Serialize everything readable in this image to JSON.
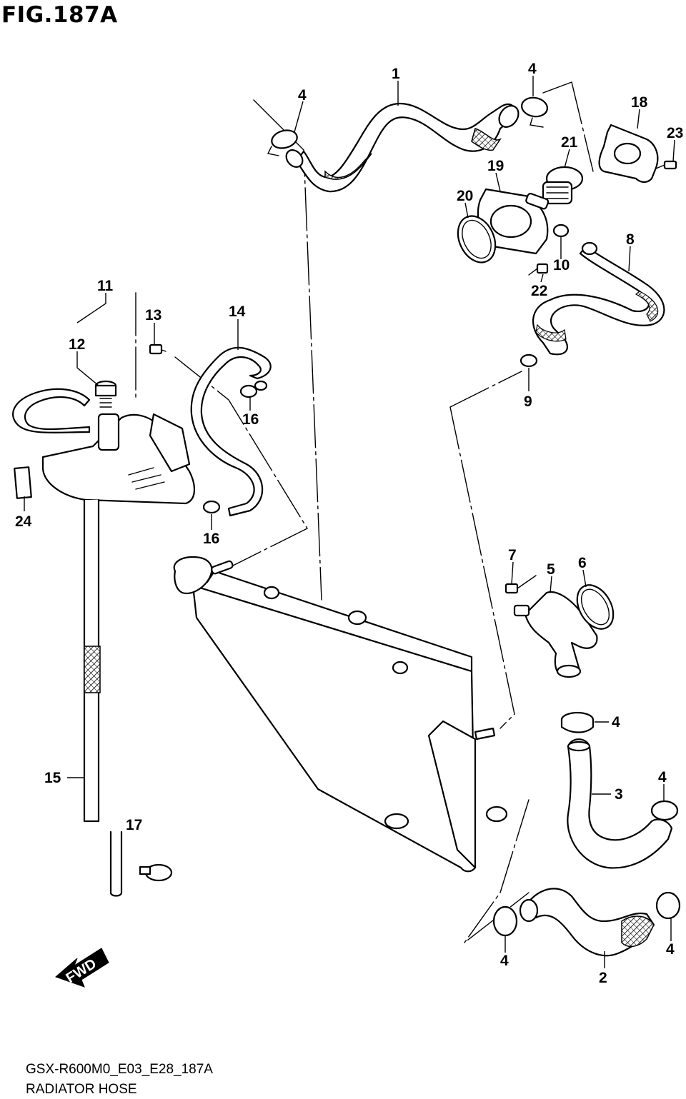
{
  "figure": {
    "title": "FIG.187A",
    "model_code": "GSX-R600M0_E03_E28_187A",
    "section_name": "RADIATOR HOSE"
  },
  "direction_marker": {
    "label": "FWD"
  },
  "callouts": {
    "c1": "1",
    "c2": "2",
    "c3": "3",
    "c4a": "4",
    "c4b": "4",
    "c4c": "4",
    "c4d": "4",
    "c4e": "4",
    "c4f": "4",
    "c5": "5",
    "c6": "6",
    "c7": "7",
    "c8": "8",
    "c9": "9",
    "c10": "10",
    "c11": "11",
    "c12": "12",
    "c13": "13",
    "c14": "14",
    "c15": "15",
    "c16a": "16",
    "c16b": "16",
    "c17": "17",
    "c18": "18",
    "c19": "19",
    "c20": "20",
    "c21": "21",
    "c22": "22",
    "c23": "23",
    "c24": "24"
  }
}
